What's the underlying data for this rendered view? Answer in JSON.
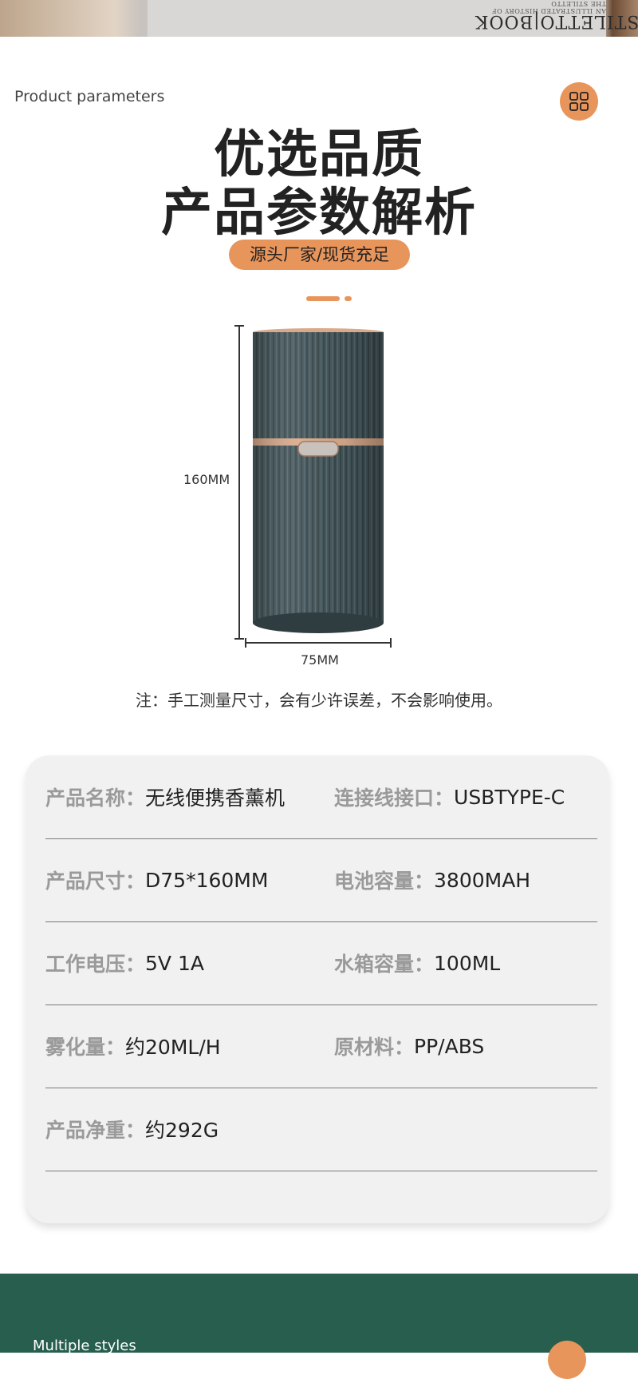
{
  "banner": {
    "book_title": "STILETTO|BOOK",
    "book_subtitle": "AN ILLUSTRATED HISTORY OF THE STILETTO"
  },
  "section_label": "Product parameters",
  "headline": {
    "line1": "优选品质",
    "line2": "产品参数解析"
  },
  "badge": "源头厂家/现货充足",
  "dimensions": {
    "height": "160MM",
    "width": "75MM"
  },
  "device_colors": {
    "body": "#45575c",
    "rim": "#d9a98a"
  },
  "note": "注：手工测量尺寸，会有少许误差，不会影响使用。",
  "params": [
    {
      "left": {
        "key": "产品名称：",
        "value": "无线便携香薰机"
      },
      "right": {
        "key": "连接线接口：",
        "value": "USBTYPE-C"
      }
    },
    {
      "left": {
        "key": "产品尺寸：",
        "value": "D75*160MM"
      },
      "right": {
        "key": "电池容量：",
        "value": "3800MAH"
      }
    },
    {
      "left": {
        "key": "工作电压：",
        "value": "5V 1A"
      },
      "right": {
        "key": "水箱容量：",
        "value": "100ML"
      }
    },
    {
      "left": {
        "key": "雾化量：",
        "value": "约20ML/H"
      },
      "right": {
        "key": "原材料：",
        "value": "PP/ABS"
      }
    },
    {
      "left": {
        "key": "产品净重：",
        "value": "约292G"
      }
    }
  ],
  "footer": {
    "label": "Multiple styles"
  },
  "colors": {
    "accent": "#e8955b",
    "footer_bg": "#275e4d"
  }
}
